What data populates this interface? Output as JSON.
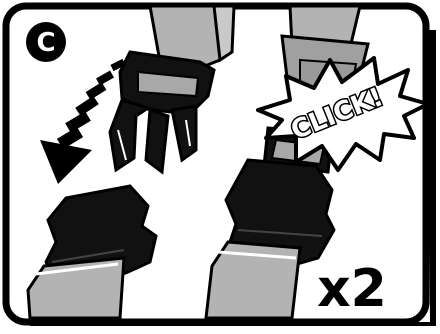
{
  "step": {
    "letter": "C"
  },
  "callout": {
    "sound": "CLICK!"
  },
  "quantity": {
    "label": "x2"
  },
  "colors": {
    "strap": "#b3b3b3",
    "strap_inner": "#a6a6a6",
    "buckle": "#111111",
    "frame": "#000000",
    "panel": "#ffffff",
    "badge": "#000000"
  },
  "icons": {
    "arrow": "down-left-arrow-icon",
    "step_badge": "step-badge-icon"
  }
}
